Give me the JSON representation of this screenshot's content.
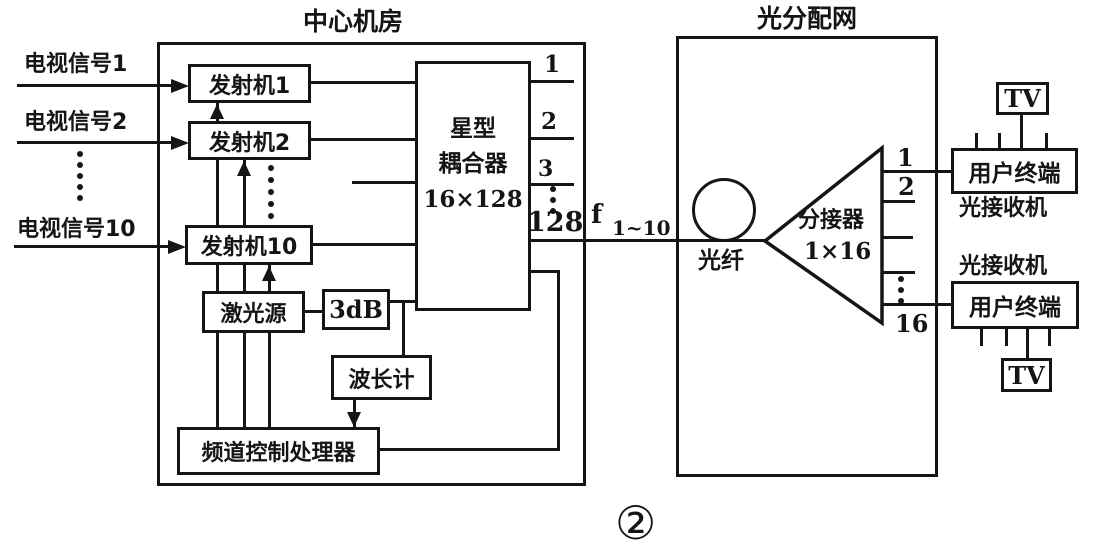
{
  "figure": {
    "caption": "②",
    "colors": {
      "ink": "#151515",
      "paper": "#ffffff"
    },
    "center_room": {
      "title": "中心机房",
      "signals": [
        "电视信号1",
        "电视信号2",
        "电视信号10"
      ],
      "transmitters": [
        "发射机1",
        "发射机2",
        "发射机10"
      ],
      "coupler_lines": [
        "星型",
        "耦合器",
        "16×128"
      ],
      "coupler_ports": [
        "1",
        "2",
        "3",
        "128"
      ],
      "laser": "激光源",
      "attenuator": "3dB",
      "wavemeter": "波长计",
      "processor": "频道控制处理器"
    },
    "link": {
      "f": "f",
      "f_sub": "1~10"
    },
    "odn": {
      "title": "光分配网",
      "fiber": "光纤",
      "splitter_name": "分接器",
      "splitter_ratio": "1×16",
      "ports": [
        "1",
        "2",
        "16"
      ]
    },
    "subscribers": {
      "top": {
        "tv": "TV",
        "terminal": "用户终端",
        "receiver": "光接收机"
      },
      "bottom": {
        "tv": "TV",
        "terminal": "用户终端",
        "receiver": "光接收机"
      }
    }
  }
}
